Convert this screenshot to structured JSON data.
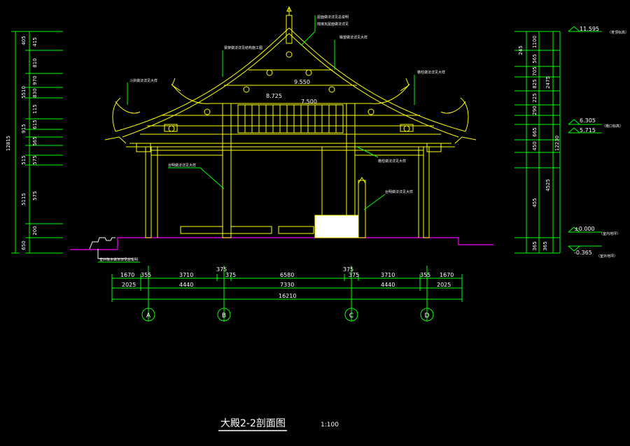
{
  "drawing": {
    "title": "大殿2-2剖面图",
    "scale": "1:100",
    "colors": {
      "background": "#000000",
      "structure": "#ffff00",
      "dimension": "#00ff00",
      "leader": "#00ff00",
      "text": "#ffffff",
      "ground": "#ff00ff",
      "fill": "#ffffff"
    }
  },
  "axes": [
    "A",
    "B",
    "C",
    "D"
  ],
  "bottom_dims": {
    "row1": [
      "1670",
      "355",
      "3710",
      "375",
      "6580",
      "375",
      "3710",
      "355",
      "1670"
    ],
    "row2": [
      "2025",
      "4440",
      "7330",
      "4440",
      "2025"
    ],
    "total": "16210"
  },
  "left_dims": {
    "segments": [
      "405",
      "415",
      "810",
      "970",
      "830",
      "115",
      "615",
      "565",
      "575",
      "575",
      "200",
      "650"
    ],
    "groups": [
      "5510",
      "915",
      "515",
      "5115"
    ],
    "total": "12815"
  },
  "right_dims": {
    "segments": [
      "245",
      "1100",
      "565",
      "705",
      "825",
      "225",
      "290",
      "665",
      "450",
      "455",
      "365",
      "365"
    ],
    "groups": [
      "2475",
      "4525"
    ],
    "total": "12230"
  },
  "levels": [
    {
      "value": "11.595",
      "note": "（脊顶标高）"
    },
    {
      "value": "6.305",
      "note": "（檐口标高）"
    },
    {
      "value": "5.715",
      "note": ""
    },
    {
      "value": "±0.000",
      "note": "（室内地坪）"
    },
    {
      "value": "-0.365",
      "note": "（室外地坪）"
    }
  ],
  "inner_levels": [
    "9.550",
    "8.725",
    "7.500"
  ],
  "annotations": [
    "屋面做法详见总说明",
    "琉璃瓦屋面做法详见",
    "梁架做法详见结构施工图",
    "椽望做法详见大样",
    "斗拱做法详见大样",
    "檐柱做法详见大样",
    "台明做法详见大样",
    "室外散水做法详见总说明"
  ]
}
